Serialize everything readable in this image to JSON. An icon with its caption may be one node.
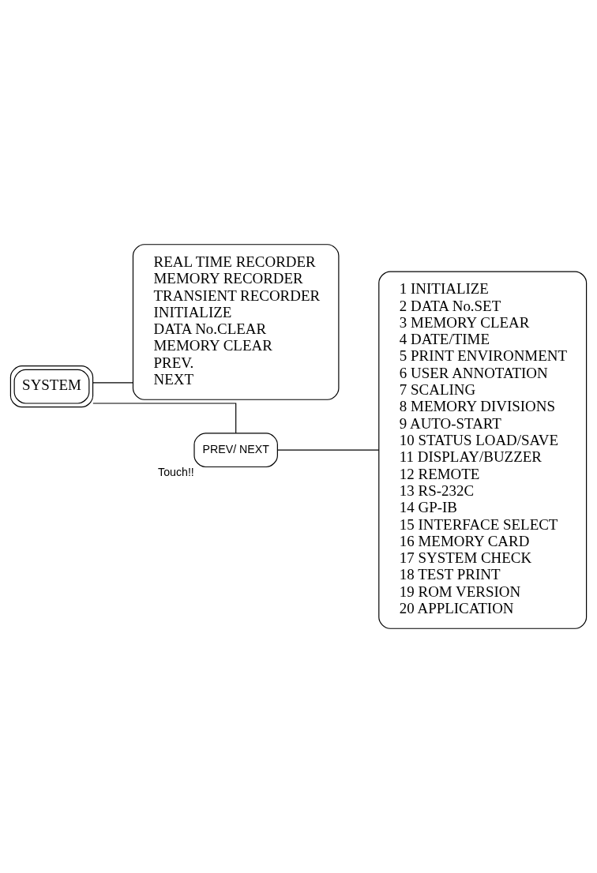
{
  "diagram": {
    "nodes": [
      {
        "text": [
          "SYSTEM"
        ]
      },
      {
        "text": [
          "REAL TIME RECORDER",
          "MEMORY RECORDER",
          "TRANSIENT RECORDER",
          "INITIALIZE",
          "DATA No.CLEAR",
          "MEMORY CLEAR",
          "PREV.",
          "NEXT"
        ]
      },
      {
        "text": [
          "PREV/ NEXT"
        ],
        "beside": [
          "Touch!!"
        ]
      },
      {
        "text": [
          "1 INITIALIZE",
          "2 DATA No.SET",
          "3 MEMORY CLEAR",
          "4 DATE/TIME",
          "5 PRINT ENVIRONMENT",
          "6 USER ANNOTATION",
          "7 SCALING",
          "8 MEMORY DIVISIONS",
          "9 AUTO-START",
          "10 STATUS LOAD/SAVE",
          "11 DISPLAY/BUZZER",
          "12 REMOTE",
          "13 RS-232C",
          "14 GP-IB",
          "15 INTERFACE SELECT",
          "16 MEMORY CARD",
          "17 SYSTEM CHECK",
          "18 TEST PRINT",
          "19 ROM VERSION",
          "20 APPLICATION"
        ]
      }
    ],
    "edges": [
      {
        "from": 0,
        "to": 1,
        "arrow": "none"
      },
      {
        "from": 0,
        "to": 2,
        "arrow": "none"
      },
      {
        "from": 2,
        "to": 3,
        "arrow": "none"
      }
    ]
  }
}
